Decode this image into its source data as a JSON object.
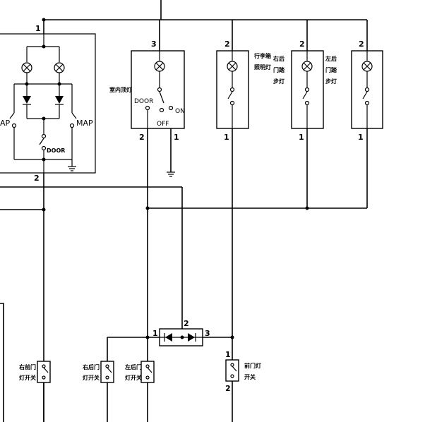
{
  "top_module": {
    "pin_top": "1",
    "pin_bottom": "2",
    "switch_left": "AP",
    "switch_right": "MAP",
    "switch_door": "DOOR"
  },
  "dome_lamp": {
    "name": "室内顶灯",
    "pin_top": "3",
    "pin_left": "2",
    "pin_right": "1",
    "pos_door": "DOOR",
    "pos_off": "OFF",
    "pos_on": "ON"
  },
  "lamp_a": {
    "name_line1": "行李箱",
    "name_line2": "照明灯",
    "pin_top": "2",
    "pin_bottom": "1"
  },
  "lamp_b": {
    "name_line1": "右后",
    "name_line2": "门踏",
    "name_line3": "步灯",
    "pin_top": "2",
    "pin_bottom": "1"
  },
  "lamp_c": {
    "name_line1": "左后",
    "name_line2": "门踏",
    "name_line3": "步灯",
    "pin_top": "2",
    "pin_bottom": "1"
  },
  "diode_unit": {
    "pin_left": "1",
    "pin_mid": "2",
    "pin_right": "3"
  },
  "door_switches": [
    {
      "name_line1": "右前门",
      "name_line2": "灯开关"
    },
    {
      "name_line1": "右后门",
      "name_line2": "灯开关"
    },
    {
      "name_line1": "左后门",
      "name_line2": "灯开关"
    },
    {
      "name_line1": "前门灯",
      "name_line2": "开关",
      "pin_top": "1",
      "pin_bottom": "2"
    }
  ]
}
